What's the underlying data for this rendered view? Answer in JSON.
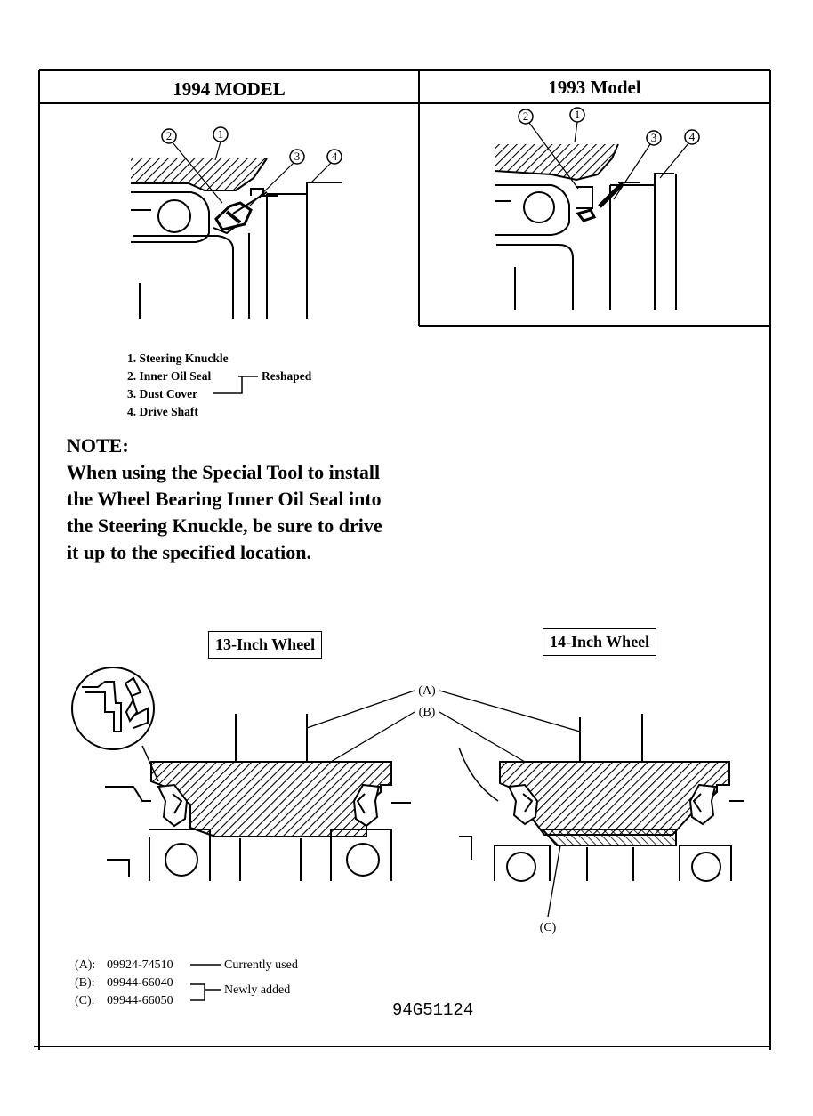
{
  "headers": {
    "left": "1994 MODEL",
    "right": "1993 Model"
  },
  "callouts": [
    "1",
    "2",
    "3",
    "4"
  ],
  "legend": {
    "items": [
      "1. Steering Knuckle",
      "2. Inner Oil Seal",
      "3. Dust Cover",
      "4. Drive Shaft"
    ],
    "bracket_label": "Reshaped"
  },
  "note": {
    "title": "NOTE:",
    "lines": [
      "When using the Special Tool to install",
      "the Wheel Bearing Inner Oil Seal into",
      "the Steering Knuckle, be sure to drive",
      "it up to the specified location."
    ]
  },
  "wheels": {
    "left": "13-Inch Wheel",
    "right": "14-Inch Wheel"
  },
  "tool_callouts": [
    "(A)",
    "(B)",
    "(C)"
  ],
  "tools": [
    {
      "label": "(A):",
      "part": "09924-74510",
      "note": "Currently used"
    },
    {
      "label": "(B):",
      "part": "09944-66040",
      "note": "Newly added"
    },
    {
      "label": "(C):",
      "part": "09944-66050",
      "note": ""
    }
  ],
  "figure_code": "94G51124"
}
